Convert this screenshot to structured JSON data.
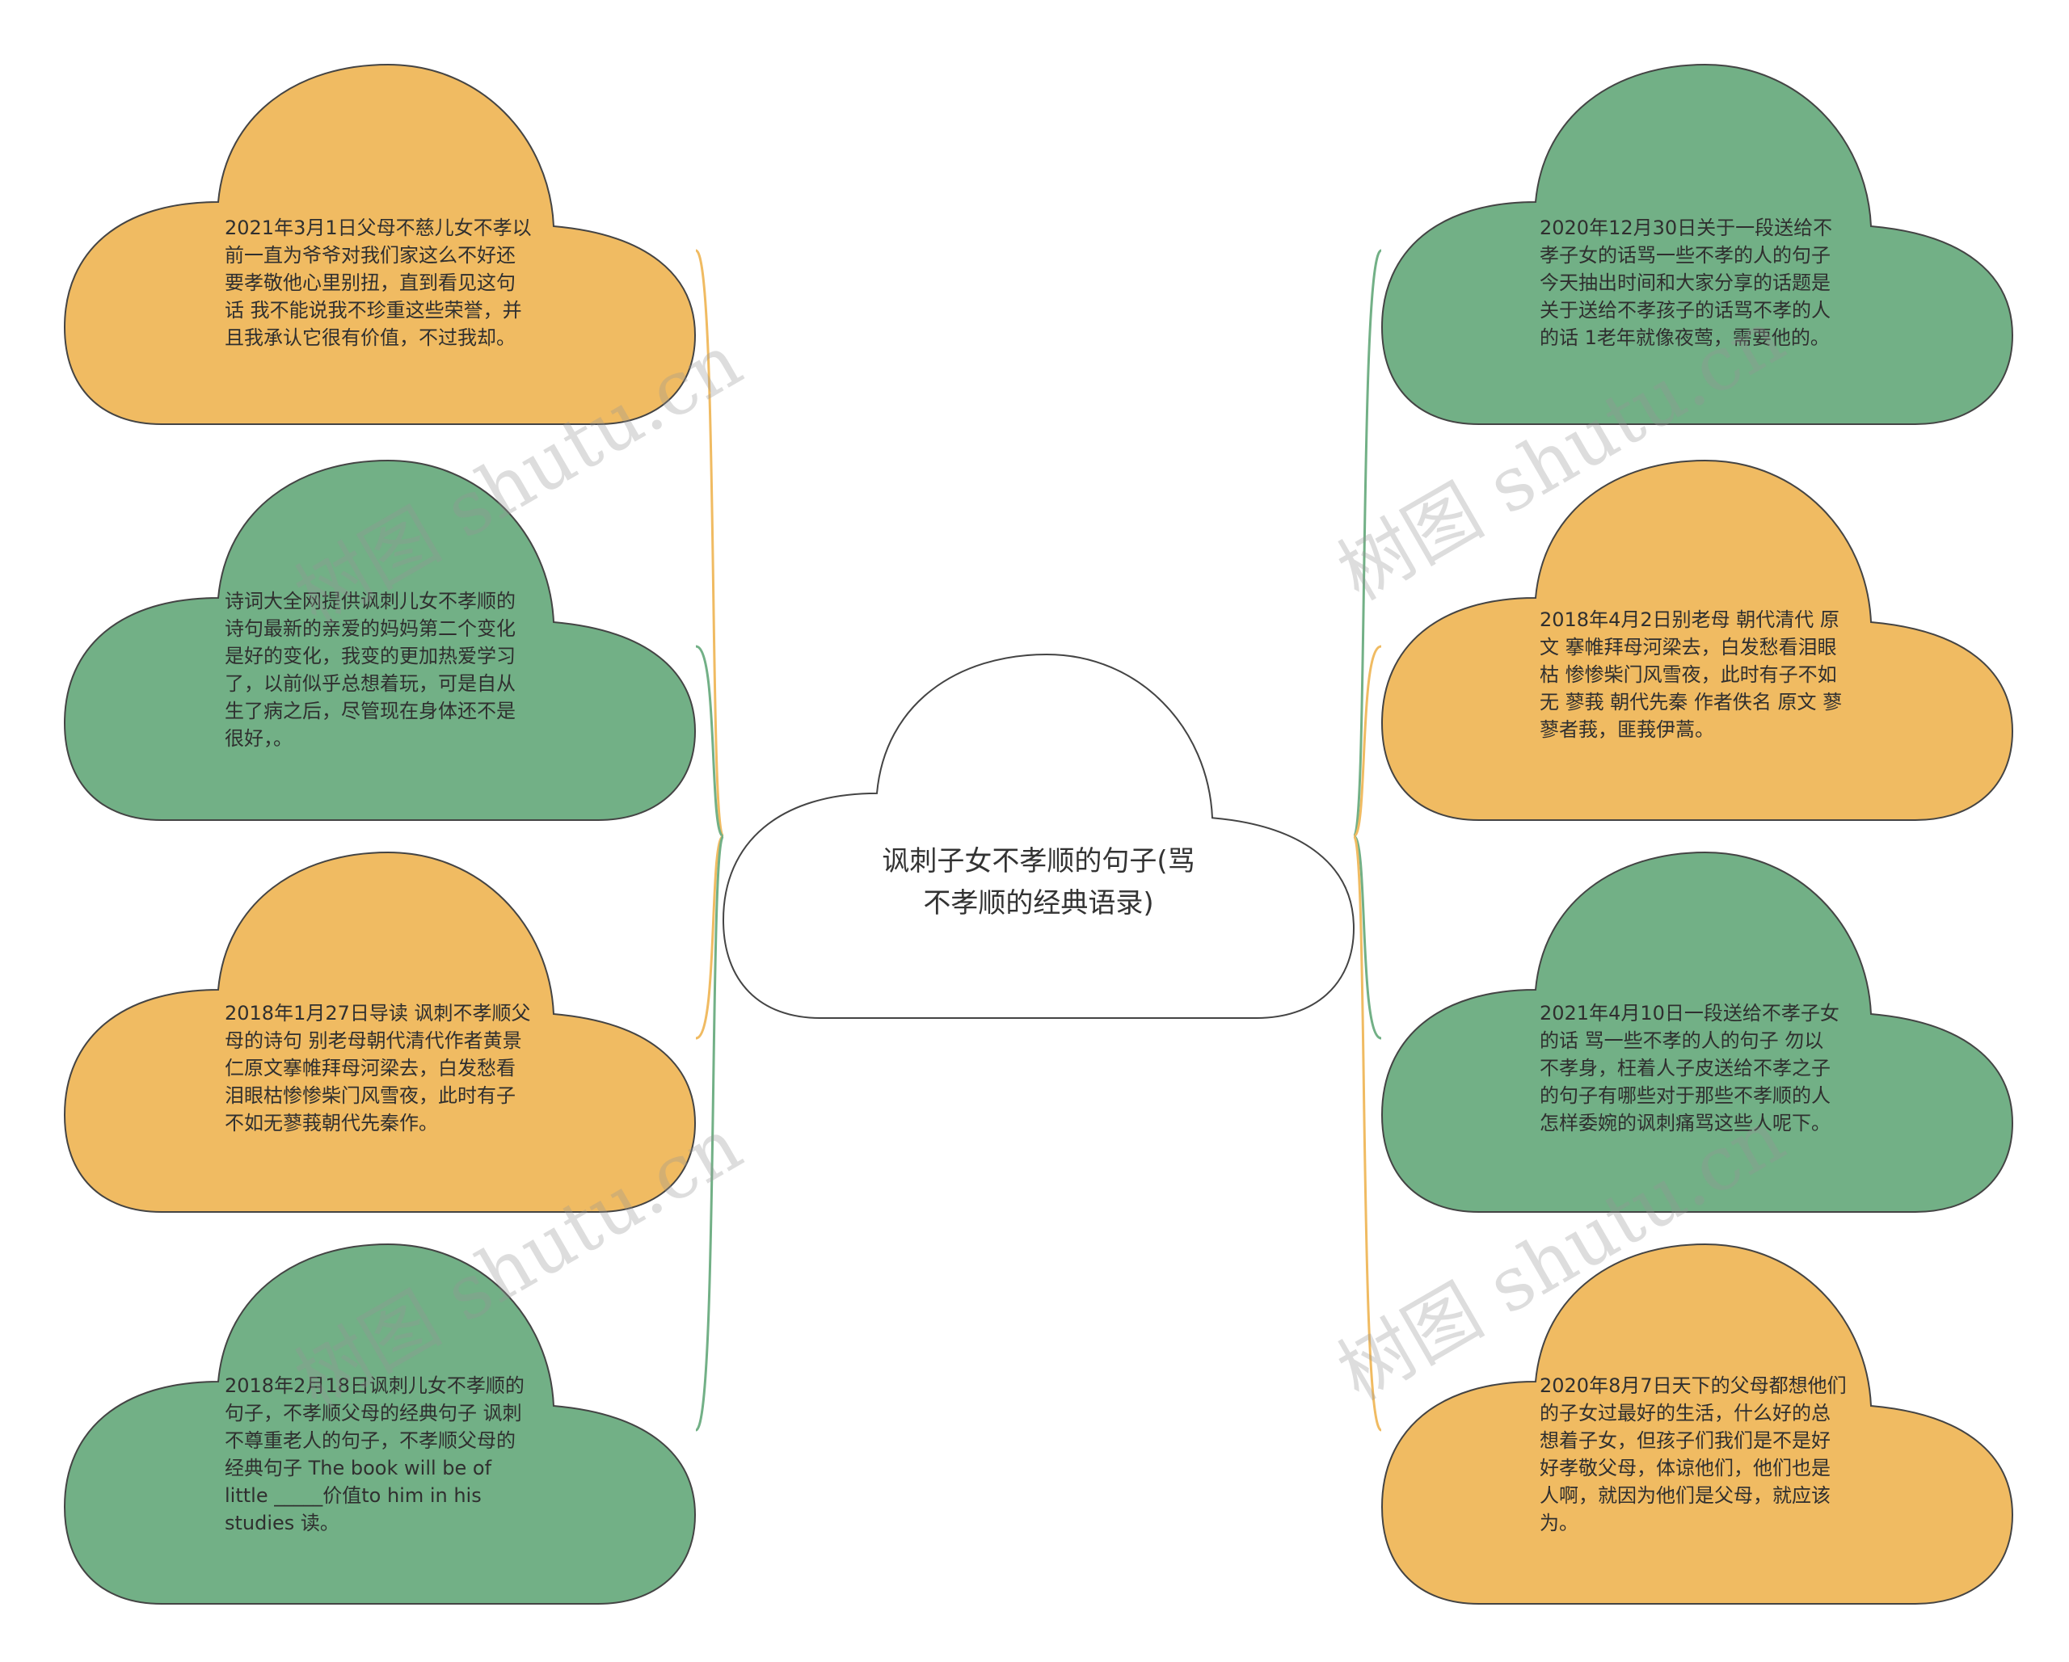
{
  "center": {
    "title": "讽刺子女不孝顺的句子(骂\n不孝顺的经典语录)"
  },
  "colors": {
    "orange": "#f0bb62",
    "green": "#72b086",
    "outline": "#444444",
    "center_fill": "#ffffff"
  },
  "nodes": [
    {
      "id": "left-1",
      "color": "orange",
      "text": "2021年3月1日父母不慈儿女不孝以\n前一直为爷爷对我们家这么不好还\n要孝敬他心里别扭，直到看见这句\n话 我不能说我不珍重这些荣誉，并\n且我承认它很有价值，不过我却。"
    },
    {
      "id": "left-2",
      "color": "green",
      "text": "诗词大全网提供讽刺儿女不孝顺的\n诗句最新的亲爱的妈妈第二个变化\n是好的变化，我变的更加热爱学习\n了，以前似乎总想着玩，可是自从\n生了病之后，尽管现在身体还不是\n很好，。"
    },
    {
      "id": "left-3",
      "color": "orange",
      "text": "2018年1月27日导读 讽刺不孝顺父\n母的诗句 别老母朝代清代作者黄景\n仁原文搴帷拜母河梁去，白发愁看\n泪眼枯惨惨柴门风雪夜，此时有子\n不如无蓼莪朝代先秦作。"
    },
    {
      "id": "left-4",
      "color": "green",
      "text": "2018年2月18日讽刺儿女不孝顺的\n句子，不孝顺父母的经典句子 讽刺\n不尊重老人的句子，不孝顺父母的\n经典句子 The book will be of\nlittle _____价值to him in his\nstudies 读。"
    },
    {
      "id": "right-1",
      "color": "green",
      "text": "2020年12月30日关于一段送给不\n孝子女的话骂一些不孝的人的句子\n今天抽出时间和大家分享的话题是\n关于送给不孝孩子的话骂不孝的人\n的话 1老年就像夜莺，需要他的。"
    },
    {
      "id": "right-2",
      "color": "orange",
      "text": "2018年4月2日别老母 朝代清代 原\n文 搴帷拜母河梁去，白发愁看泪眼\n枯 惨惨柴门风雪夜，此时有子不如\n无 蓼莪 朝代先秦 作者佚名 原文 蓼\n蓼者莪，匪莪伊蒿。"
    },
    {
      "id": "right-3",
      "color": "green",
      "text": "2021年4月10日一段送给不孝子女\n的话 骂一些不孝的人的句子 勿以\n不孝身，枉着人子皮送给不孝之子\n的句子有哪些对于那些不孝顺的人\n怎样委婉的讽刺痛骂这些人呢下。"
    },
    {
      "id": "right-4",
      "color": "orange",
      "text": "2020年8月7日天下的父母都想他们\n的子女过最好的生活，什么好的总\n想着子女，但孩子们我们是不是好\n好孝敬父母，体谅他们，他们也是\n人啊，就因为他们是父母，就应该\n为。"
    }
  ],
  "watermarks": [
    "树图 shutu.cn",
    "树图 shutu.cn",
    "树图 shutu.cn",
    "树图 shutu.cn"
  ]
}
